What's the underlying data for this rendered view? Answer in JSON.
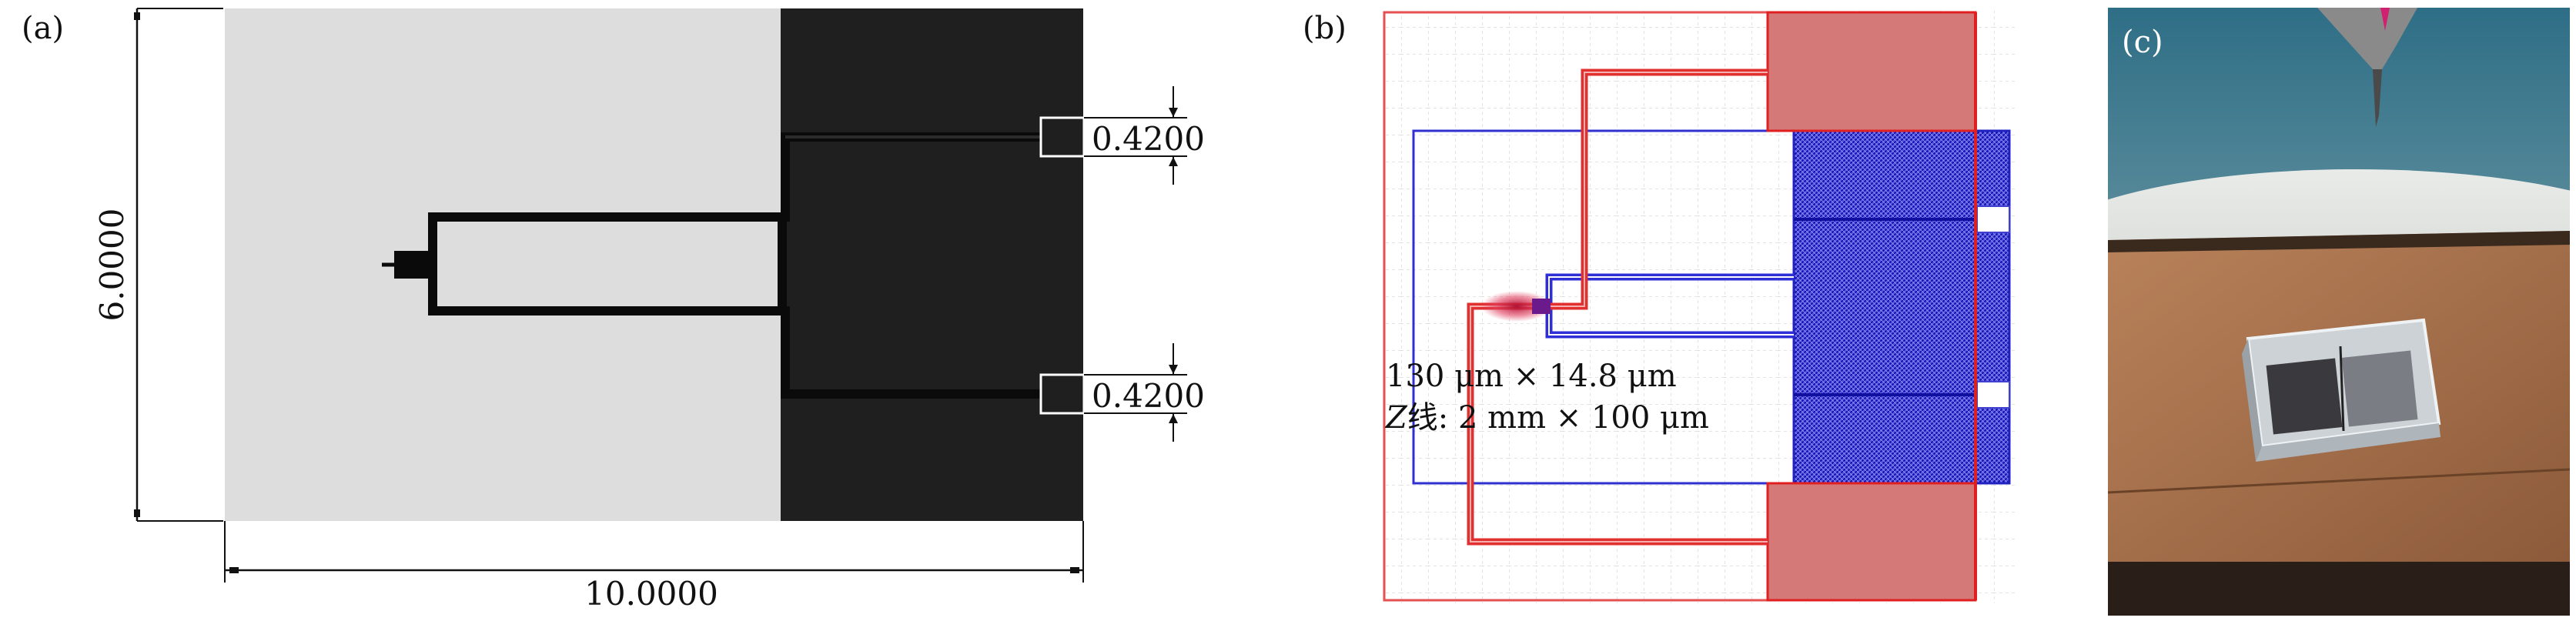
{
  "panel_a": {
    "label": "(a)",
    "height_dim": "6.0000",
    "width_dim": "10.0000",
    "gap_top": "0.4200",
    "gap_bottom": "0.4200"
  },
  "panel_b": {
    "label": "(b)",
    "annotation_line1": "130 μm × 14.8 μm",
    "annotation_line2_prefix": "Z",
    "annotation_line2_rest": "线: 2 mm × 100 μm"
  },
  "panel_c": {
    "label": "(c)"
  },
  "colors": {
    "pad_light": "#dddddd",
    "pad_dark": "#1f1f1f",
    "red": "#e23232",
    "blue": "#2f2fcf"
  }
}
